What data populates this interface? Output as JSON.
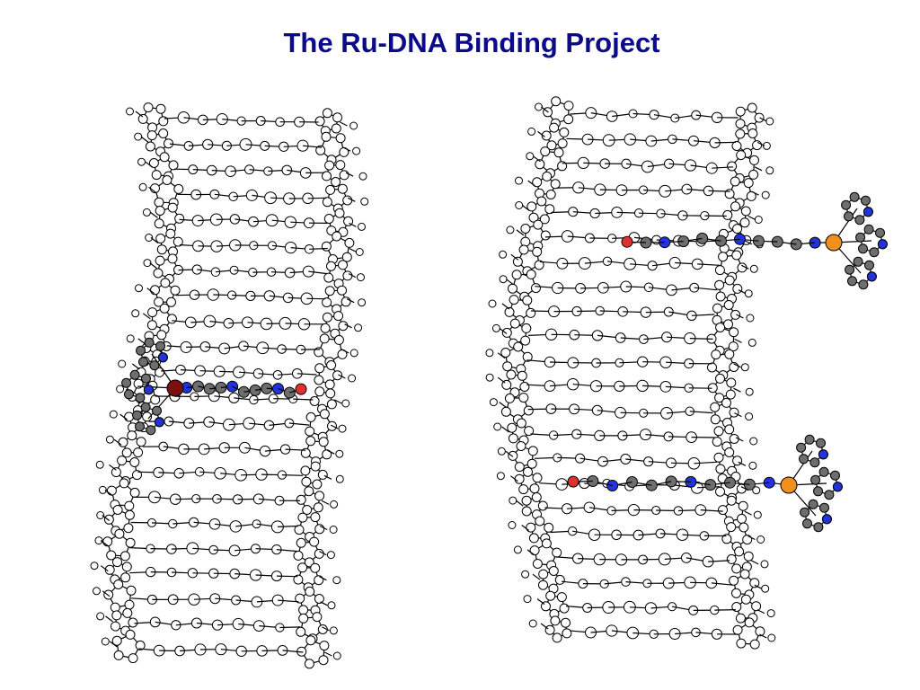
{
  "slide": {
    "title": "The Ru-DNA Binding Project"
  },
  "colors": {
    "title": "#0b0b8a",
    "atom_backbone": "#ffffff",
    "atom_carbon_ligand": "#6e6e6e",
    "atom_nitrogen": "#2233dd",
    "atom_oxygen": "#e03030",
    "ru_left": "#7a1010",
    "ru_right": "#f0901e",
    "bond": "#000000"
  },
  "models": [
    {
      "name": "left-dna-ru-complex",
      "ru_complexes": 1
    },
    {
      "name": "right-dna-ru-complex",
      "ru_complexes": 2
    }
  ]
}
